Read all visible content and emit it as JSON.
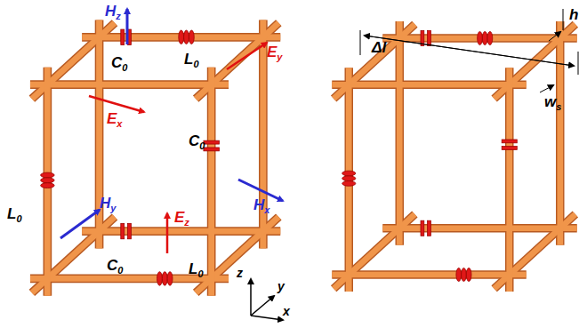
{
  "diagram": {
    "labels": [
      "Hz",
      "L0",
      "Ey",
      "Ex",
      "C0",
      "C0",
      "L0",
      "Hy",
      "C0",
      "Ez",
      "L0",
      "Hx",
      "z",
      "y",
      "x",
      "Δl",
      "h",
      "ws"
    ]
  }
}
